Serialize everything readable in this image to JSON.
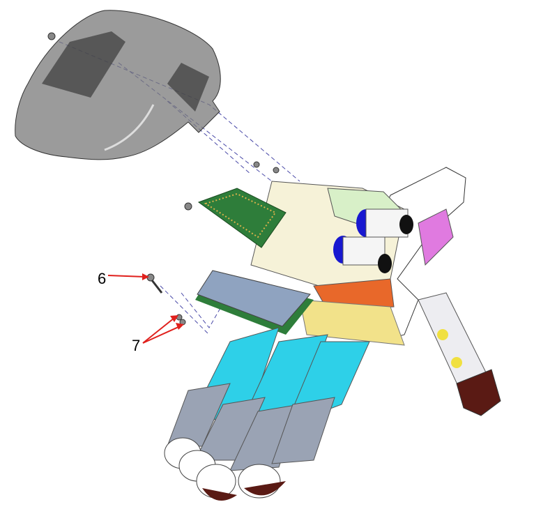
{
  "figure": {
    "callouts": [
      {
        "label": "6",
        "part": "screw"
      },
      {
        "label": "7",
        "part": "screws"
      }
    ],
    "colors": {
      "arrow": "#e0201c",
      "cover": "#6e6e6e",
      "pcb": "#2e7d3a",
      "battery": "#8fa3c0",
      "motor_blue": "#1818d0",
      "finger_cyan": "#2ed0e8",
      "finger_gray": "#9aa3b4",
      "yellow": "#f2e28a",
      "orange": "#e8682a",
      "pink": "#e07ae0",
      "fingertip": "#5a1a14"
    }
  }
}
